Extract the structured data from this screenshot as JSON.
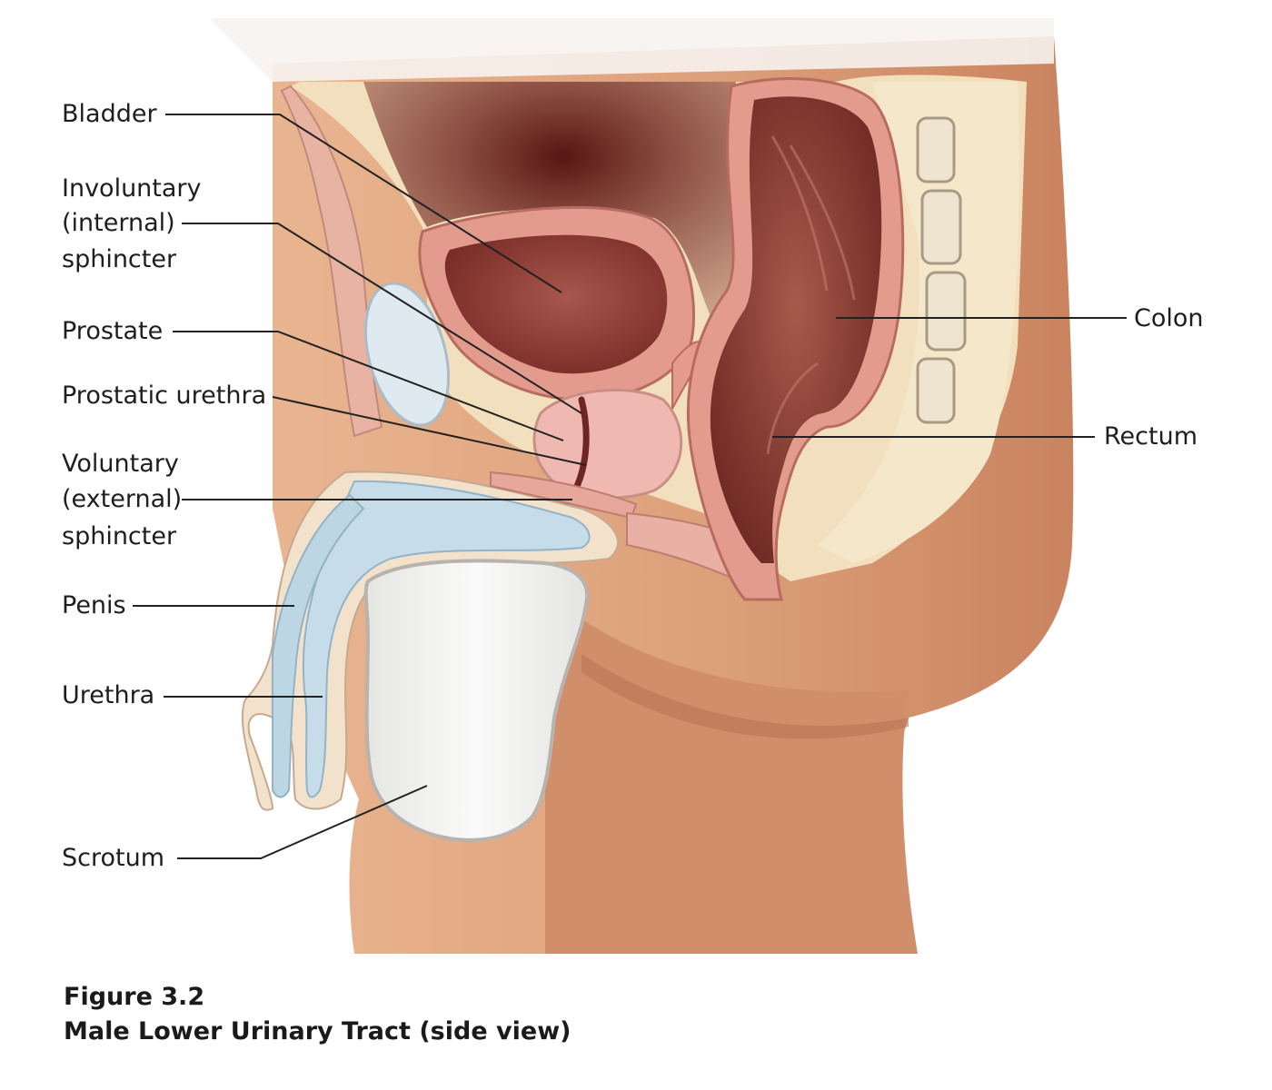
{
  "figure": {
    "caption_number": "Figure 3.2",
    "caption_title": "Male Lower Urinary Tract (side view)"
  },
  "labels": {
    "bladder": "Bladder",
    "involuntary_1": "Involuntary",
    "involuntary_2": "(internal)",
    "involuntary_3": "sphincter",
    "prostate": "Prostate",
    "prostatic_urethra": "Prostatic urethra",
    "voluntary_1": "Voluntary",
    "voluntary_2": "(external)",
    "voluntary_3": "sphincter",
    "penis": "Penis",
    "urethra": "Urethra",
    "scrotum": "Scrotum",
    "colon": "Colon",
    "rectum": "Rectum"
  },
  "colors": {
    "skin": "#d99a73",
    "skin_light": "#eebb97",
    "fat": "#f3e3c2",
    "muscle_pink": "#e7a79b",
    "organ_dark": "#8a3c34",
    "cavity_dark": "#6a1f1a",
    "erectile_blue": "#c3dbe8",
    "scrotum_white": "#f1f1ef",
    "leader_line": "#222222"
  }
}
